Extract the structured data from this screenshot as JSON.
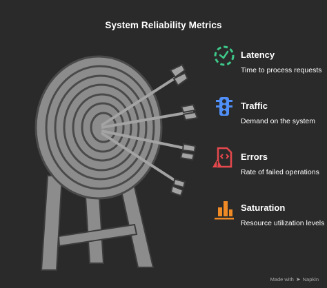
{
  "title": "System Reliability Metrics",
  "metrics": [
    {
      "name": "Latency",
      "description": "Time to process requests",
      "icon": "timer-icon",
      "color": "#3ec98a"
    },
    {
      "name": "Traffic",
      "description": "Demand on the system",
      "icon": "traffic-light-icon",
      "color": "#4f8ff7"
    },
    {
      "name": "Errors",
      "description": "Rate of failed operations",
      "icon": "error-code-icon",
      "color": "#e5484d"
    },
    {
      "name": "Saturation",
      "description": "Resource utilization levels",
      "icon": "bar-chart-icon",
      "color": "#f08a24"
    }
  ],
  "footer": {
    "prefix": "Made with",
    "brand": "Napkin",
    "logo_icon": "napkin-logo-icon"
  },
  "colors": {
    "background": "#2a2a2a",
    "target": "#8c8c8c",
    "target_rings": "#4a4a4a",
    "arrows": "#a3a3a3"
  }
}
